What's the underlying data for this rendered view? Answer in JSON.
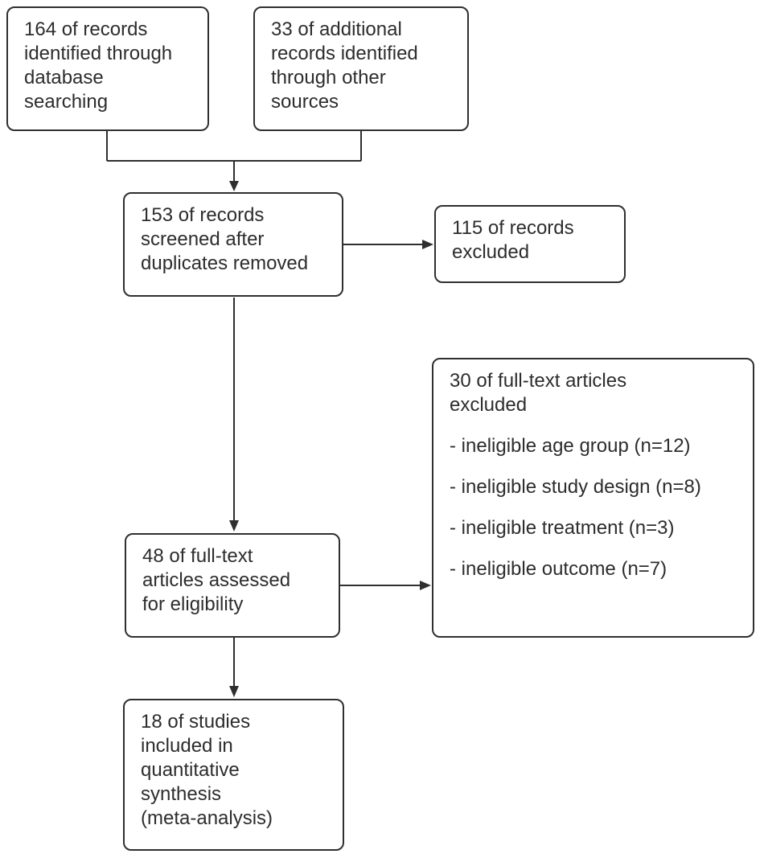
{
  "colors": {
    "line": "#2f2f2f",
    "text": "#2d2d2d",
    "box_background": "#ffffff"
  },
  "boxes": {
    "identified_database": {
      "text": "164 of records\nidentified through\ndatabase\nsearching"
    },
    "identified_other": {
      "text": "33 of additional\nrecords identified\nthrough other\nsources"
    },
    "screened": {
      "text": "153 of records\nscreened after\nduplicates removed"
    },
    "records_excluded": {
      "text": "115 of records\nexcluded"
    },
    "fulltext_excluded": {
      "title": "30 of full-text articles\nexcluded",
      "items": [
        "- ineligible age group (n=12)",
        "- ineligible study design (n=8)",
        "- ineligible treatment (n=3)",
        "- ineligible outcome (n=7)"
      ]
    },
    "fulltext_assessed": {
      "text": "48 of full-text\narticles assessed\nfor eligibility"
    },
    "included": {
      "text": "18 of studies\nincluded in\nquantitative\nsynthesis\n(meta-analysis)"
    }
  }
}
